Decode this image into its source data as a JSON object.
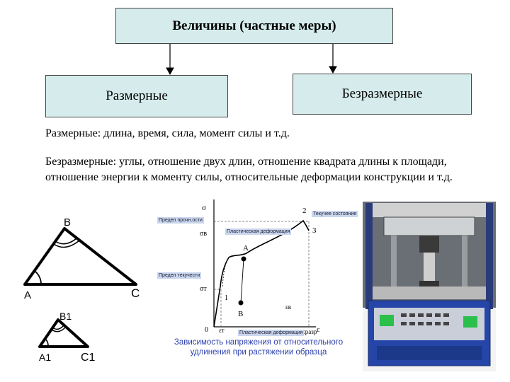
{
  "top_box": "Величины (частные меры)",
  "left_box": "Размерные",
  "right_box": "Безразмерные",
  "dimensional_text": "Размерные: длина, время, сила, момент силы и т.д.",
  "dimensionless_text": "Безразмерные: углы,  отношение двух длин, отношение квадрата длины к площади, отношение энергии к моменту силы, относительные деформации конструкции и т.д.",
  "triangle_large": {
    "a": "A",
    "b": "B",
    "c": "C"
  },
  "triangle_small": {
    "a": "A1",
    "b": "B1",
    "c": "C1"
  },
  "graph": {
    "y_axis": "σ",
    "x_axis": "ε",
    "origin": "0",
    "sigma_b": "σв",
    "sigma_t": "σт",
    "eps_t": "εт",
    "eps_b": "εв",
    "eps_razr": "εразр",
    "pt_a": "A",
    "pt_b": "B",
    "n1": "1",
    "n2": "2",
    "n3": "3",
    "ann_strength": "Предел прочн.ости",
    "ann_yield": "Предел текучести",
    "ann_flow": "Текучее состояние",
    "ann_plastic_long": "Пластическая деформация",
    "ann_plastic": "Пластическая деформация",
    "caption": "Зависимость напряжения от относительного удлинения при растяжении образца"
  }
}
